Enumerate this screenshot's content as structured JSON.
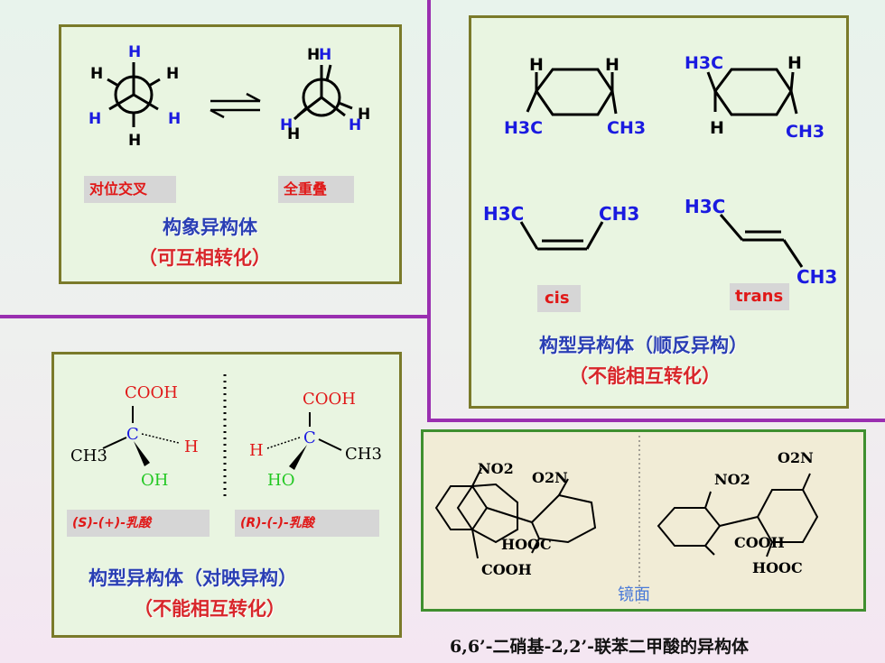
{
  "colors": {
    "blue_text": "#2a3fb4",
    "red_text": "#d8262a",
    "green_text": "#23c823",
    "divider": "#9a2fb0"
  },
  "conformation": {
    "newman1": {
      "front": [
        "H",
        "H",
        "H"
      ],
      "back": [
        "H",
        "H",
        "H"
      ]
    },
    "newman2": {
      "front_top": "H",
      "back_top": "H",
      "left_front": "H",
      "left_back": "H",
      "right_front": "H",
      "right_back": "H"
    },
    "label_anti": "对位交叉",
    "label_eclipsed": "全重叠",
    "title": "构象异构体",
    "subtitle": "（可互相转化）"
  },
  "geometric": {
    "ring1": {
      "tl": "H",
      "tr": "H",
      "bl": "H3C",
      "br": "CH3"
    },
    "ring2": {
      "tl": "H3C",
      "tr": "H",
      "bl": "H",
      "br": "CH3"
    },
    "alkene1": {
      "left": "H3C",
      "right": "CH3"
    },
    "alkene2": {
      "top": "H3C",
      "bottom": "CH3"
    },
    "label_cis": "cis",
    "label_trans": "trans",
    "title": "构型异构体（顺反异构）",
    "subtitle": "（不能相互转化）"
  },
  "optical": {
    "left": {
      "top": "COOH",
      "center": "C",
      "left": "CH3",
      "right": "H",
      "bottom": "OH"
    },
    "right": {
      "top": "COOH",
      "center": "C",
      "left": "H",
      "right": "CH3",
      "bottom": "HO"
    },
    "label_s": "(S)-(+)-乳酸",
    "label_r": "(R)-(-)-乳酸",
    "title": "构型异构体（对映异构）",
    "subtitle": "（不能相互转化）"
  },
  "biphenyl": {
    "left": {
      "no2_a": "NO2",
      "no2_b": "O2N",
      "cooh_a": "HOOC",
      "cooh_b": "COOH"
    },
    "right": {
      "no2_a": "NO2",
      "no2_b": "O2N",
      "cooh_a": "COOH",
      "cooh_b": "HOOC"
    },
    "mirror_label": "镜面",
    "caption": "6,6’-二硝基-2,2’-联苯二甲酸的异构体"
  }
}
